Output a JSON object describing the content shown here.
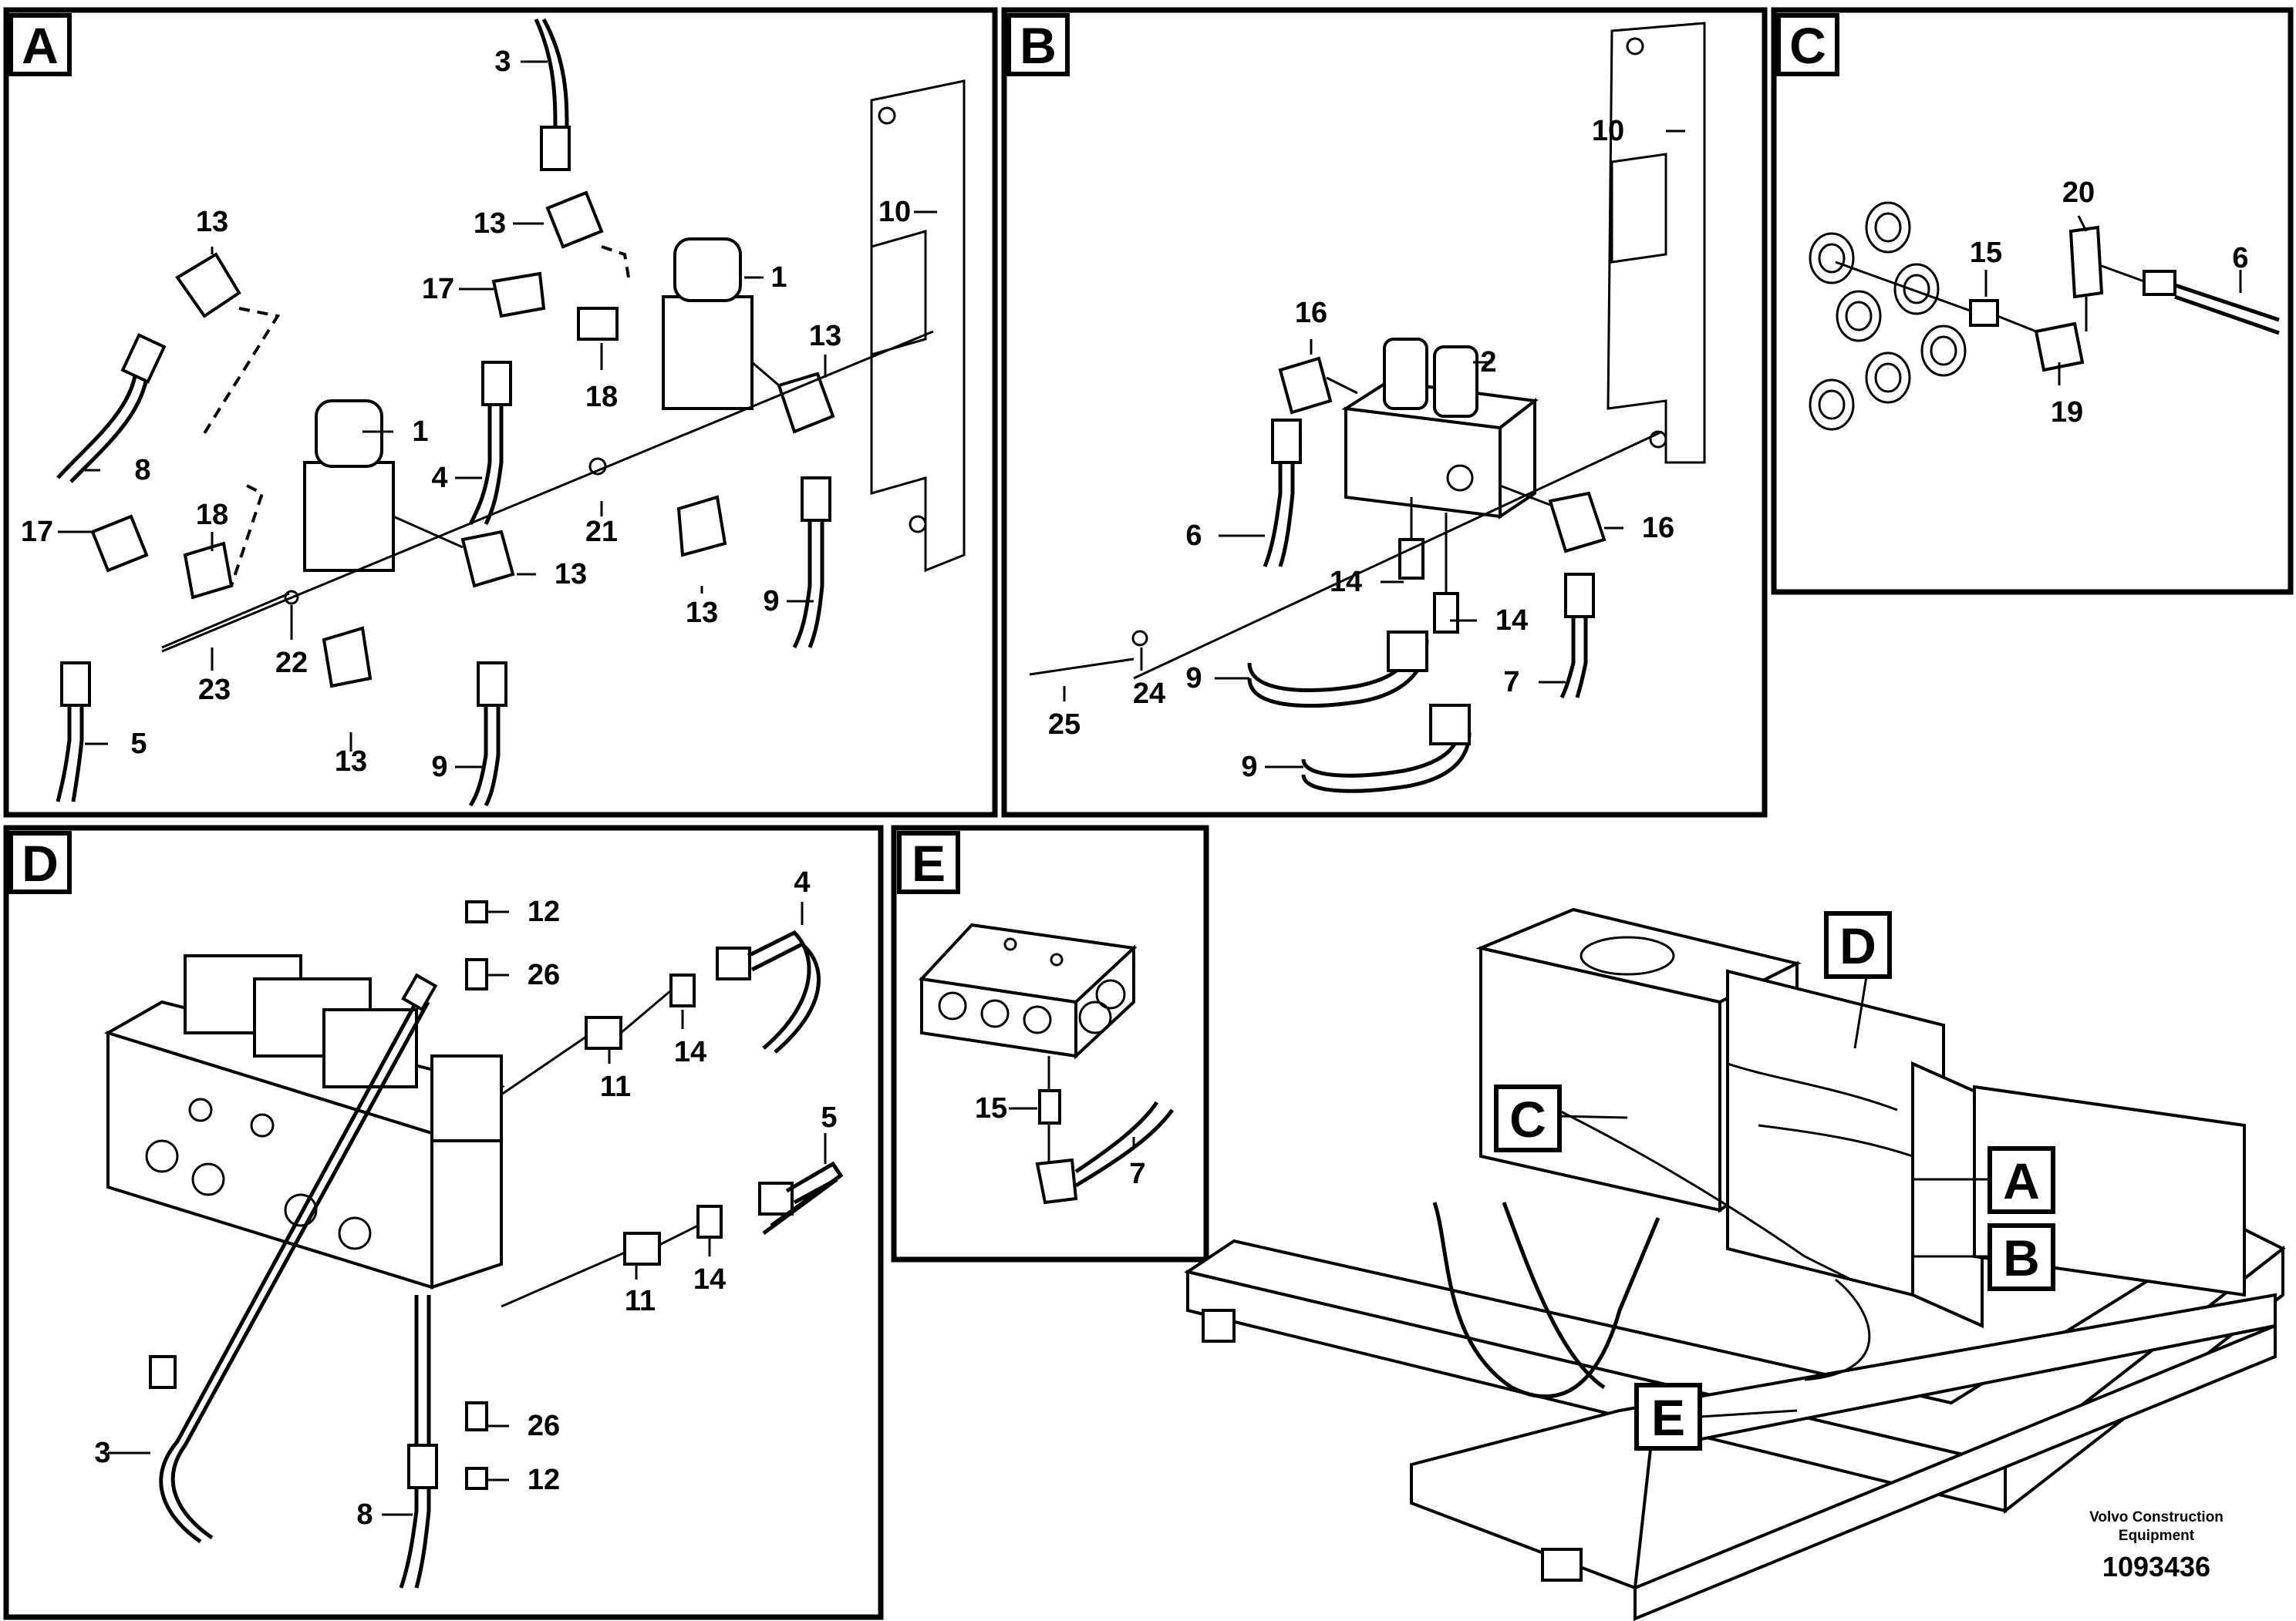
{
  "panels": {
    "A": {
      "tag": "A",
      "labels": [
        "3",
        "13",
        "13",
        "1",
        "10",
        "17",
        "18",
        "13",
        "1",
        "8",
        "4",
        "17",
        "18",
        "21",
        "13",
        "13",
        "9",
        "23",
        "22",
        "5",
        "13",
        "9"
      ]
    },
    "B": {
      "tag": "B",
      "labels": [
        "10",
        "16",
        "2",
        "6",
        "16",
        "14",
        "14",
        "9",
        "7",
        "25",
        "24",
        "9"
      ]
    },
    "C": {
      "tag": "C",
      "labels": [
        "20",
        "15",
        "6",
        "19"
      ]
    },
    "D": {
      "tag": "D",
      "labels": [
        "12",
        "26",
        "4",
        "11",
        "14",
        "5",
        "11",
        "14",
        "3",
        "26",
        "12",
        "8"
      ]
    },
    "E": {
      "tag": "E",
      "labels": [
        "15",
        "7"
      ]
    }
  },
  "overview": {
    "callouts": [
      "D",
      "C",
      "A",
      "B",
      "E"
    ]
  },
  "footer": {
    "company_line1": "Volvo Construction",
    "company_line2": "Equipment",
    "drawing_number": "1093436"
  }
}
